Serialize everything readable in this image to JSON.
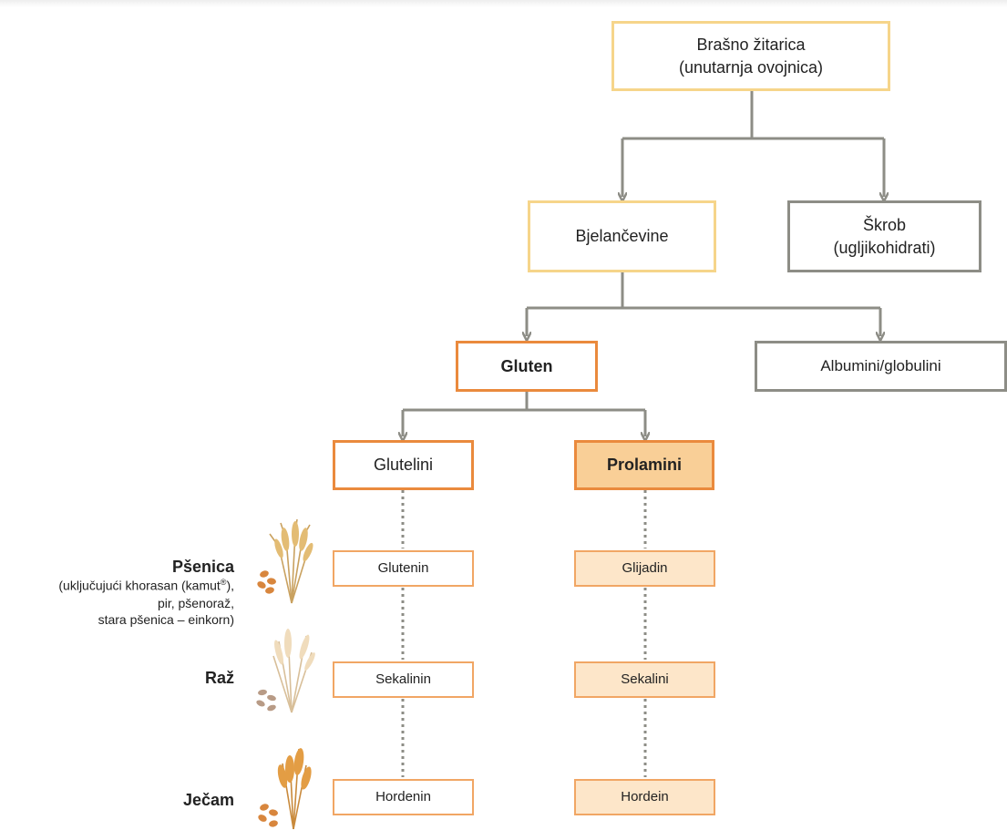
{
  "diagram": {
    "root": {
      "line1": "Brašno žitarica",
      "line2": "(unutarnja ovojnica)"
    },
    "level2": {
      "proteins": "Bjelančevine",
      "starch": {
        "line1": "Škrob",
        "line2": "(ugljikohidrati)"
      }
    },
    "level3": {
      "gluten": "Gluten",
      "albumins": "Albumini/globulini"
    },
    "level4": {
      "glutelins": "Glutelini",
      "prolamins": "Prolamini"
    },
    "grains": [
      {
        "name": "Pšenica",
        "note_a": "(uključujući khorasan (kamut",
        "note_sup": "®",
        "note_b": "),",
        "note_line2": "pir, pšenoraž,",
        "note_line3": "stara pšenica – einkorn)",
        "glutelin": "Glutenin",
        "prolamin": "Glijadin"
      },
      {
        "name": "Raž",
        "glutelin": "Sekalinin",
        "prolamin": "Sekalini"
      },
      {
        "name": "Ječam",
        "glutelin": "Hordenin",
        "prolamin": "Hordein"
      }
    ]
  },
  "colors": {
    "arrow": "#8d8d86",
    "yellow_border": "#f6d58a",
    "gray_border": "#8d8d86",
    "orange_border": "#ea8a3d",
    "prolamin_fill": "#f9cf97",
    "grain_fill": "#fde6c9"
  },
  "icons": [
    "wheat-plant-icon",
    "rye-plant-icon",
    "barley-plant-icon"
  ]
}
